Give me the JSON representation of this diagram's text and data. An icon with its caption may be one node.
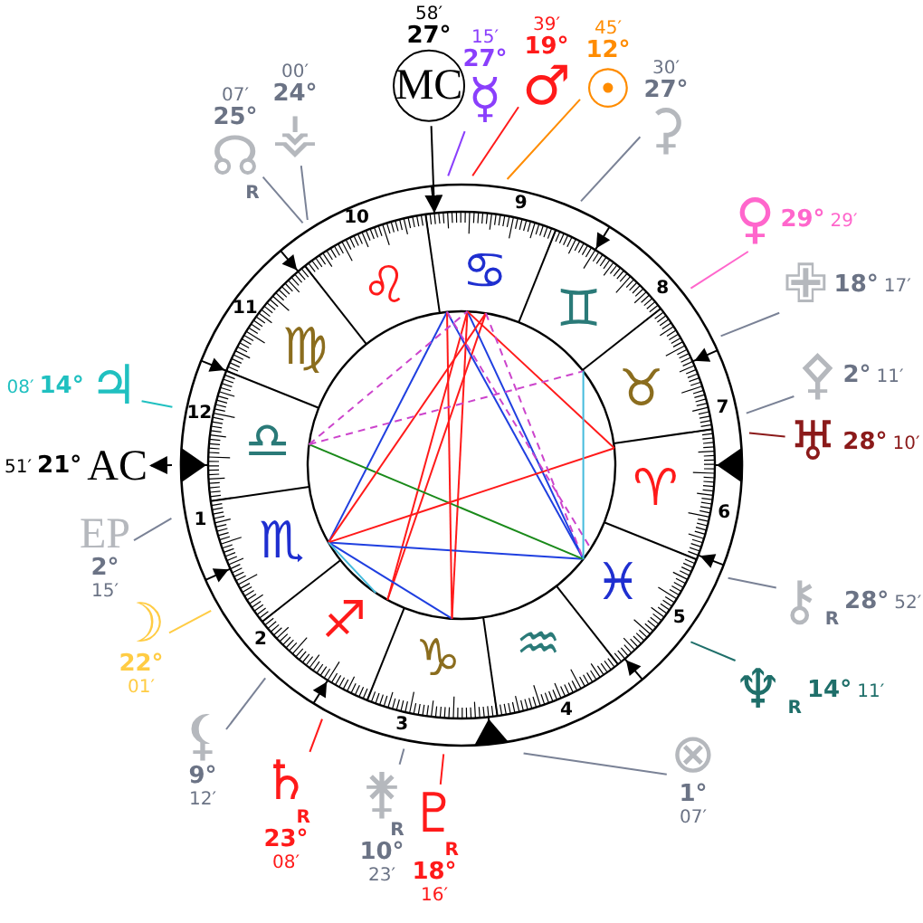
{
  "diagram": {
    "nodes": [
      {
        "text": [
          "58′",
          "27°",
          "MC"
        ]
      },
      {
        "text": [
          "15′",
          "27°",
          "☿"
        ]
      },
      {
        "text": [
          "39′",
          "19°",
          "♂"
        ]
      },
      {
        "text": [
          "45′",
          "12°",
          "☉"
        ]
      },
      {
        "text": [
          "30′",
          "27°",
          "⚳"
        ]
      },
      {
        "text": [
          "♀",
          "29°",
          "29′"
        ]
      },
      {
        "text": [
          "✙",
          "18°",
          "17′"
        ]
      },
      {
        "text": [
          "⚴",
          "2°",
          "11′"
        ]
      },
      {
        "text": [
          "♅",
          "28°",
          "10′"
        ]
      },
      {
        "text": [
          "⚷",
          "R",
          "28°",
          "52′"
        ]
      },
      {
        "text": [
          "♆",
          "R",
          "14°",
          "11′"
        ]
      },
      {
        "text": [
          "⊗",
          "1°",
          "07′"
        ]
      },
      {
        "text": [
          "♇",
          "R",
          "18°",
          "16′"
        ]
      },
      {
        "text": [
          "⚵",
          "R",
          "10°",
          "23′"
        ]
      },
      {
        "text": [
          "♄",
          "R",
          "23°",
          "08′"
        ]
      },
      {
        "text": [
          "⚸",
          "9°",
          "12′"
        ]
      },
      {
        "text": [
          "☽",
          "22°",
          "01′"
        ]
      },
      {
        "text": [
          "EP",
          "2°",
          "15′"
        ]
      },
      {
        "text": [
          "51′",
          "21°",
          "AC"
        ]
      },
      {
        "text": [
          "08′",
          "14°",
          "♃"
        ]
      },
      {
        "text": [
          "07′",
          "25°",
          "☊",
          "R"
        ]
      },
      {
        "text": [
          "00′",
          "24°",
          "⚶"
        ]
      }
    ],
    "edges": [
      {
        "from": 0,
        "to": null,
        "arrow": "to",
        "color": "#000000"
      },
      {
        "from": 1,
        "to": null,
        "arrow": "none",
        "color": "#8a3ffc"
      },
      {
        "from": 2,
        "to": null,
        "arrow": "none",
        "color": "#ff1a1a"
      },
      {
        "from": 3,
        "to": null,
        "arrow": "none",
        "color": "#ff8c00"
      },
      {
        "from": 4,
        "to": null,
        "arrow": "none"
      },
      {
        "from": 5,
        "to": null,
        "arrow": "none",
        "color": "#ff66cc"
      },
      {
        "from": 6,
        "to": null,
        "arrow": "none"
      },
      {
        "from": 7,
        "to": null,
        "arrow": "none"
      },
      {
        "from": 8,
        "to": null,
        "arrow": "none",
        "color": "#8b1a1a"
      },
      {
        "from": 9,
        "to": null,
        "arrow": "none"
      },
      {
        "from": 10,
        "to": null,
        "arrow": "none",
        "color": "#1f6f6a"
      },
      {
        "from": 11,
        "to": null,
        "arrow": "none"
      },
      {
        "from": 12,
        "to": null,
        "arrow": "none",
        "color": "#ff1a1a"
      },
      {
        "from": 13,
        "to": null,
        "arrow": "none"
      },
      {
        "from": 14,
        "to": null,
        "arrow": "none",
        "color": "#ff1a1a"
      },
      {
        "from": 15,
        "to": null,
        "arrow": "none"
      },
      {
        "from": 16,
        "to": null,
        "arrow": "none",
        "color": "#ffcc44"
      },
      {
        "from": 17,
        "to": null,
        "arrow": "none"
      },
      {
        "from": null,
        "to": 18,
        "arrow": "to",
        "color": "#000000"
      },
      {
        "from": 19,
        "to": null,
        "arrow": "none",
        "color": "#20c0c0"
      },
      {
        "from": 20,
        "to": null,
        "arrow": "none"
      },
      {
        "from": 21,
        "to": null,
        "arrow": "none"
      }
    ],
    "labels": [
      "♈",
      "♉",
      "♊",
      "♋",
      "♌",
      "♍",
      "♎",
      "♏",
      "♐",
      "♑",
      "♒",
      "♓",
      "1",
      "2",
      "3",
      "4",
      "5",
      "6",
      "7",
      "8",
      "9",
      "10",
      "11",
      "12"
    ]
  }
}
